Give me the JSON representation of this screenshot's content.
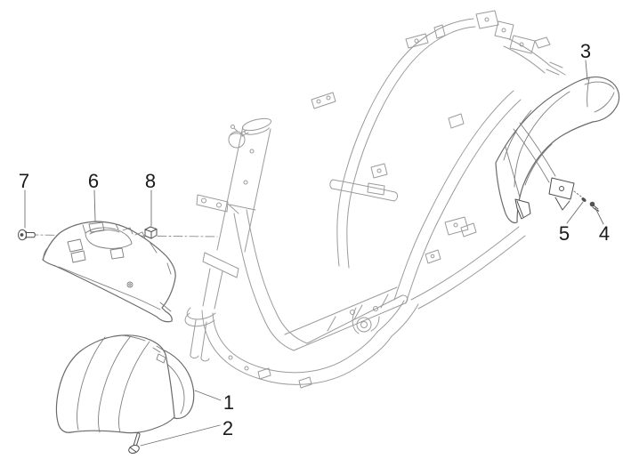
{
  "diagram": {
    "type": "exploded-parts-diagram",
    "subject": "scooter-frame-and-mudguards",
    "colors": {
      "background": "#ffffff",
      "frame_line": "#9b9b9b",
      "part_line": "#6a6a6a",
      "detail_line": "#7e7e7e",
      "hardware_line": "#4f4f4f",
      "leader_line": "#6f6f6f",
      "axis_line": "#8c8c8c",
      "label_color": "#1a1a1a"
    },
    "callouts": [
      {
        "label": "1"
      },
      {
        "label": "2"
      },
      {
        "label": "3"
      },
      {
        "label": "4"
      },
      {
        "label": "5"
      },
      {
        "label": "6"
      },
      {
        "label": "7"
      },
      {
        "label": "8"
      }
    ]
  }
}
